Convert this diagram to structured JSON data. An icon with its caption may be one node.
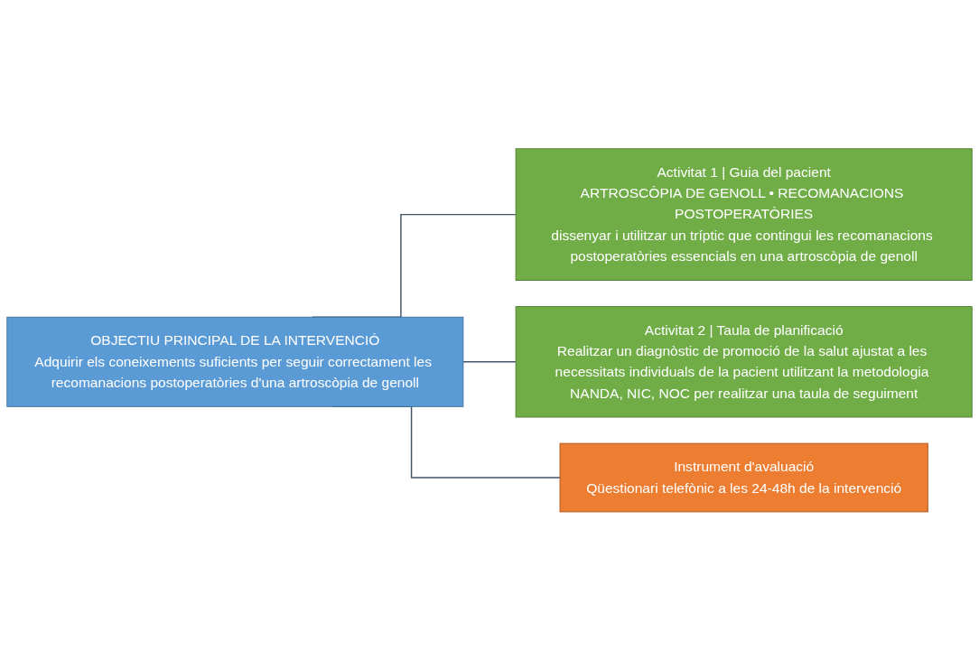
{
  "diagram": {
    "nodes": [
      {
        "text": [
          "OBJECTIU PRINCIPAL DE LA INTERVENCIÓ",
          "Adquirir els coneixements suficients per seguir correctament les recomanacions postoperatòries d'una artroscòpia de genoll"
        ]
      },
      {
        "text": [
          "Activitat 1 | Guia del pacient",
          "ARTROSCÒPIA DE GENOLL • RECOMANACIONS POSTOPERATÒRIES",
          "dissenyar i utilitzar un tríptic que contingui les recomanacions postoperatòries essencials en una artroscòpia de genoll"
        ]
      },
      {
        "text": [
          "Activitat 2 | Taula de planificació",
          "Realitzar un diagnòstic de promoció de la salut ajustat a les necessitats individuals de la pacient utilitzant la metodologia NANDA, NIC, NOC per realitzar una taula de seguiment"
        ]
      },
      {
        "text": [
          "Instrument d'avaluació",
          "Qüestionari telefònic a les 24-48h de la intervenció"
        ]
      }
    ],
    "edges": [
      {
        "from": 0,
        "to": 1,
        "arrow": "none"
      },
      {
        "from": 0,
        "to": 2,
        "arrow": "none"
      },
      {
        "from": 0,
        "to": 3,
        "arrow": "none"
      }
    ]
  }
}
